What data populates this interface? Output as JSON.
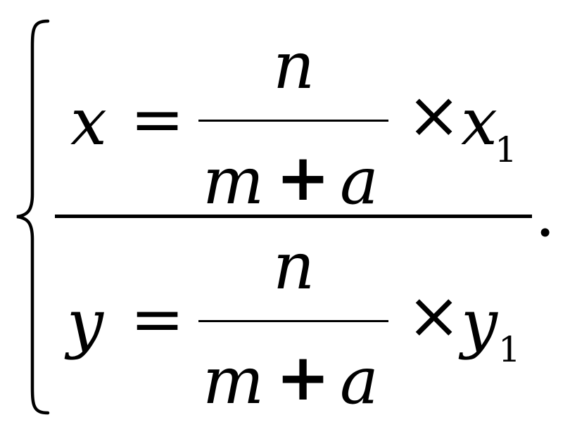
{
  "equation": {
    "brace": "{",
    "row1": {
      "var": "x",
      "equals": "=",
      "num": "n",
      "den_m": "m",
      "den_plus": "+",
      "den_a": "a",
      "times": "×",
      "rhs_var": "x",
      "rhs_sub": "1"
    },
    "row2": {
      "var": "y",
      "equals": "=",
      "num": "n",
      "den_m": "m",
      "den_plus": "+",
      "den_a": "a",
      "times": "×",
      "rhs_var": "y",
      "rhs_sub": "1"
    },
    "terminator": "."
  }
}
